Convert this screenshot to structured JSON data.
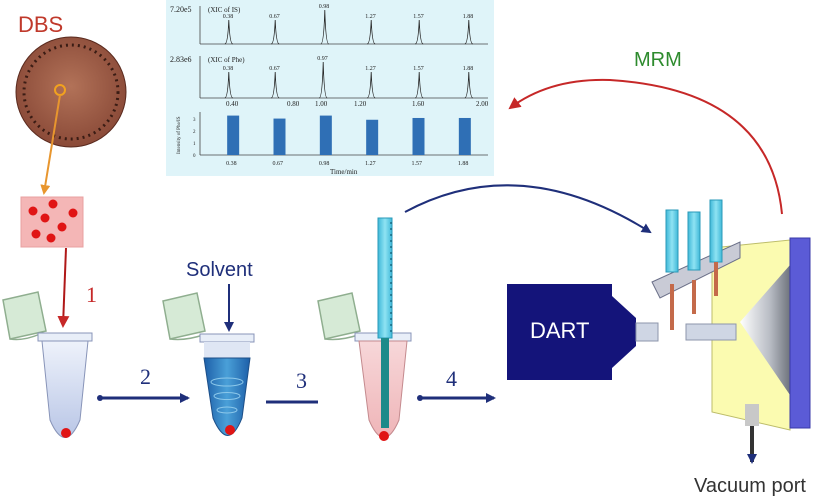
{
  "labels": {
    "dbs": "DBS",
    "mrm": "MRM",
    "solvent": "Solvent",
    "dart": "DART",
    "vacuum_port": "Vacuum port"
  },
  "steps": [
    "1",
    "2",
    "3",
    "4"
  ],
  "chromatogram": {
    "panel1": {
      "scale": "7.20e5",
      "title": "(XIC of IS)",
      "peaks": [
        0.38,
        0.67,
        0.98,
        1.27,
        1.57,
        1.88
      ],
      "peak_labels": [
        "0.38",
        "0.67",
        "0.98",
        "1.27",
        "1.57",
        "1.88"
      ]
    },
    "panel2": {
      "scale": "2.83e6",
      "title": "(XIC of Phe)",
      "peaks": [
        0.38,
        0.67,
        0.97,
        1.27,
        1.57,
        1.88
      ],
      "peak_labels": [
        "0.38",
        "0.67",
        "0.97",
        "1.27",
        "1.57",
        "1.88"
      ],
      "x_ticks": [
        "0.40",
        "0.80",
        "1.00",
        "1.20",
        "1.60",
        "2.00"
      ]
    }
  },
  "chart_data": {
    "type": "bar",
    "categories": [
      "0.38",
      "0.67",
      "0.98",
      "1.27",
      "1.57",
      "1.88"
    ],
    "values": [
      3.3,
      3.05,
      3.3,
      2.95,
      3.1,
      3.1
    ],
    "ylabel": "Intensity of Phe/IS",
    "xlabel": "Time/min",
    "y_ticks": [
      "0",
      "1",
      "2",
      "3"
    ],
    "ylim": [
      0,
      3.6
    ]
  },
  "colors": {
    "dbs_label": "#c0392b",
    "mrm_label": "#2e8b2e",
    "arrow_navy": "#1f2f7a",
    "arrow_red": "#c62828",
    "dart_block": "#14147a",
    "bar": "#2f6fb5",
    "chart_bg": "#dff4f9"
  }
}
